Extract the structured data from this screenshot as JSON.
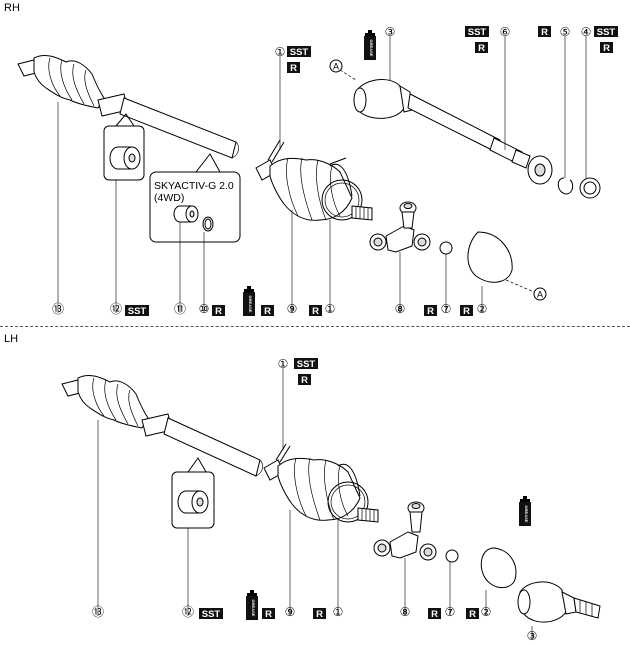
{
  "sections": {
    "rh": "RH",
    "lh": "LH"
  },
  "variant": {
    "line1": "SKYACTIV-G 2.0",
    "line2": "(4WD)"
  },
  "tags": {
    "sst": "SST",
    "r": "R"
  },
  "callout_ref": "A",
  "rh_callouts": [
    "①",
    "③",
    "⑥",
    "⑤",
    "④",
    "⑬",
    "⑫",
    "⑪",
    "⑩",
    "⑨",
    "①",
    "⑧",
    "⑦",
    "②"
  ],
  "lh_callouts": [
    "①",
    "⑬",
    "⑫",
    "⑨",
    "①",
    "⑧",
    "⑦",
    "②",
    "③"
  ],
  "grease_icon_label": "GREASE",
  "colors": {
    "ink": "#000000",
    "tag_bg": "#111111",
    "tag_fg": "#ffffff",
    "paper": "#ffffff"
  }
}
